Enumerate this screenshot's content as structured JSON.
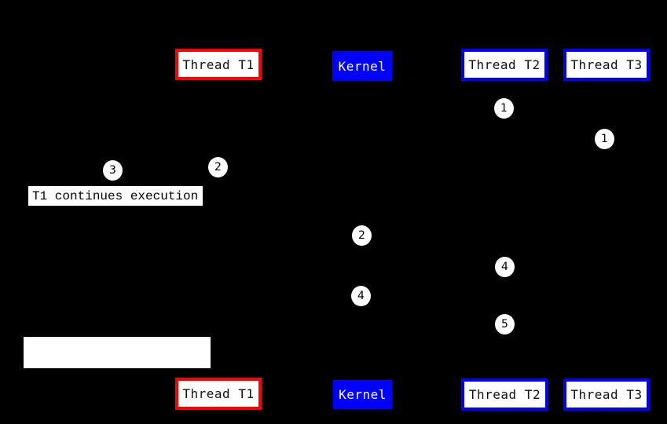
{
  "diagram": {
    "background_color": "#000000",
    "colors": {
      "thread_t1_border": "#ff0000",
      "thread_t2_border": "#0000ff",
      "thread_t3_border": "#0000ff",
      "kernel_fill": "#0000ff",
      "box_fill": "#ffffff",
      "box_text": "#000000",
      "kernel_text": "#ffffff",
      "badge_fill": "#ffffff",
      "badge_text": "#000000"
    },
    "top_row": [
      {
        "label": "Thread T1"
      },
      {
        "label": "Kernel"
      },
      {
        "label": "Thread T2"
      },
      {
        "label": "Thread T3"
      }
    ],
    "bottom_row": [
      {
        "label": "Thread T1"
      },
      {
        "label": "Kernel"
      },
      {
        "label": "Thread T2"
      },
      {
        "label": "Thread T3"
      }
    ],
    "note": {
      "text": "T1 continues execution"
    },
    "badges": [
      {
        "number": "1"
      },
      {
        "number": "1"
      },
      {
        "number": "2"
      },
      {
        "number": "3"
      },
      {
        "number": "2"
      },
      {
        "number": "4"
      },
      {
        "number": "4"
      },
      {
        "number": "5"
      }
    ]
  }
}
